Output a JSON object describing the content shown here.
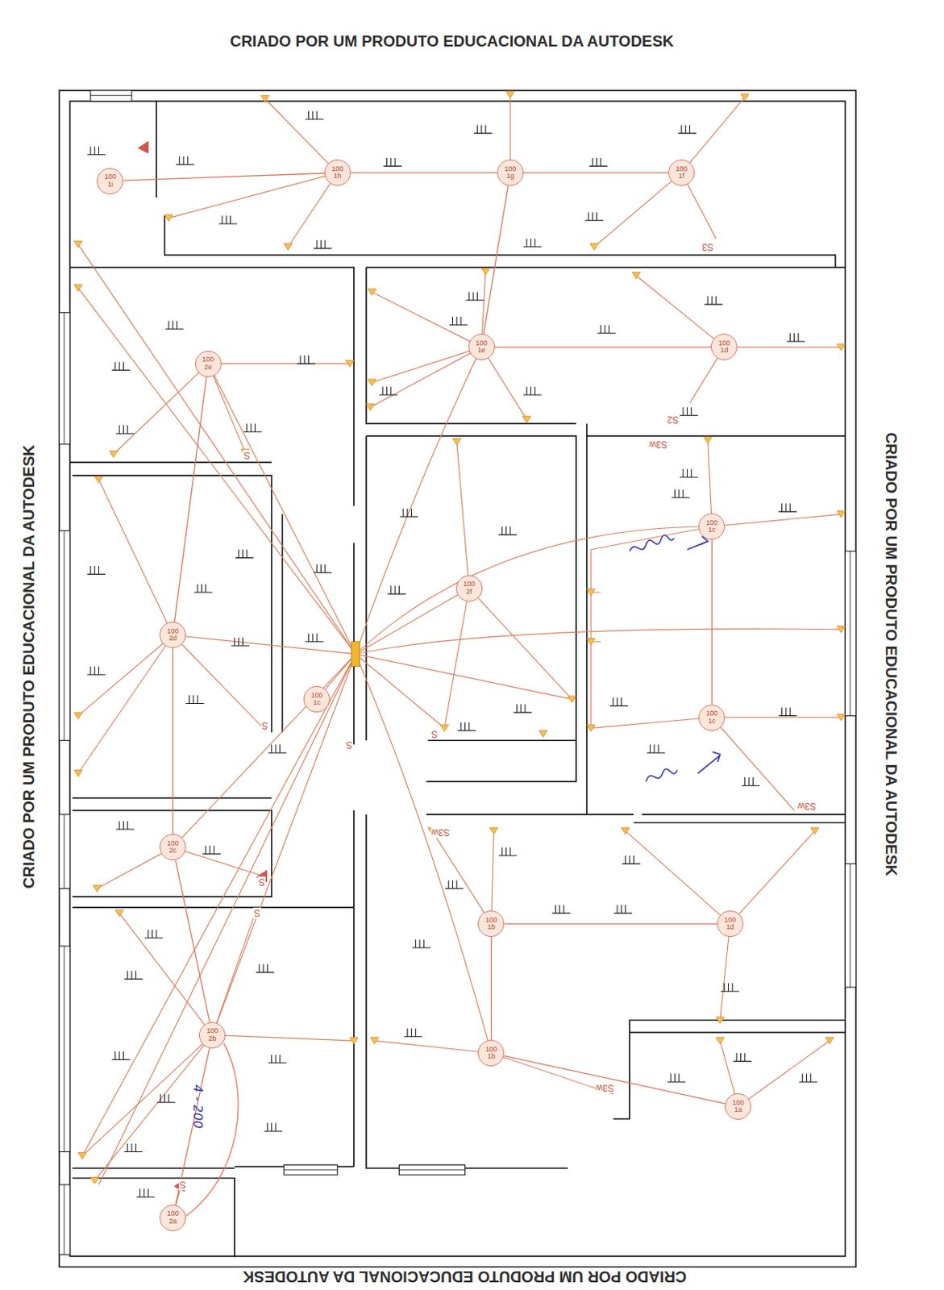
{
  "diagram": {
    "nodes": [
      {
        "text": [
          "100",
          "1i"
        ]
      },
      {
        "text": [
          "100",
          "1h"
        ]
      },
      {
        "text": [
          "100",
          "1g"
        ]
      },
      {
        "text": [
          "100",
          "1f"
        ]
      },
      {
        "text": [
          "100",
          "2e"
        ]
      },
      {
        "text": [
          "100",
          "1e"
        ]
      },
      {
        "text": [
          "100",
          "1d"
        ]
      },
      {
        "text": [
          "100",
          "1c"
        ]
      },
      {
        "text": [
          "100",
          "2f"
        ]
      },
      {
        "text": [
          "100",
          "2d"
        ]
      },
      {
        "text": [
          "100",
          "1c"
        ]
      },
      {
        "text": [
          "100",
          "1c"
        ]
      },
      {
        "text": [
          "100",
          "2c"
        ]
      },
      {
        "text": [
          "100",
          "1b"
        ]
      },
      {
        "text": [
          "100",
          "1d"
        ]
      },
      {
        "text": [
          "100",
          "2b"
        ]
      },
      {
        "text": [
          "100",
          "1b"
        ]
      },
      {
        "text": [
          "100",
          "1a"
        ]
      },
      {
        "text": [
          "100",
          "2a"
        ]
      }
    ],
    "edges": [
      {
        "from": 0,
        "to": 1,
        "arrow": "none"
      },
      {
        "from": 1,
        "to": 2,
        "arrow": "none"
      },
      {
        "from": 2,
        "to": 3,
        "arrow": "none"
      },
      {
        "from": 2,
        "to": 5,
        "arrow": "none"
      },
      {
        "from": 5,
        "to": 6,
        "arrow": "none"
      },
      {
        "from": 4,
        "to": 9,
        "arrow": "none"
      },
      {
        "from": 9,
        "to": 12,
        "arrow": "none"
      },
      {
        "from": 7,
        "to": 11,
        "arrow": "none"
      },
      {
        "from": 13,
        "to": 14,
        "arrow": "none"
      },
      {
        "from": 13,
        "to": 16,
        "arrow": "none"
      },
      {
        "from": 16,
        "to": 17,
        "arrow": "none"
      },
      {
        "from": 12,
        "to": 15,
        "arrow": "none"
      },
      {
        "from": 15,
        "to": 18,
        "arrow": "none"
      }
    ],
    "labels": [
      "CRIADO POR UM PRODUTO EDUCACIONAL DA AUTODESK",
      "CRIADO POR UM PRODUTO EDUCACIONAL DA AUTODESK",
      "CRIADO POR UM PRODUTO EDUCACIONAL DA AUTODESK",
      "CRIADO POR UM PRODUTO EDUCACIONAL DA AUTODESK",
      "S3",
      "S2",
      "S3w",
      "S",
      "S",
      "S",
      "S",
      "S3w",
      "S3w",
      "S",
      "S",
      "S3w",
      "S",
      "4 - 200"
    ]
  }
}
